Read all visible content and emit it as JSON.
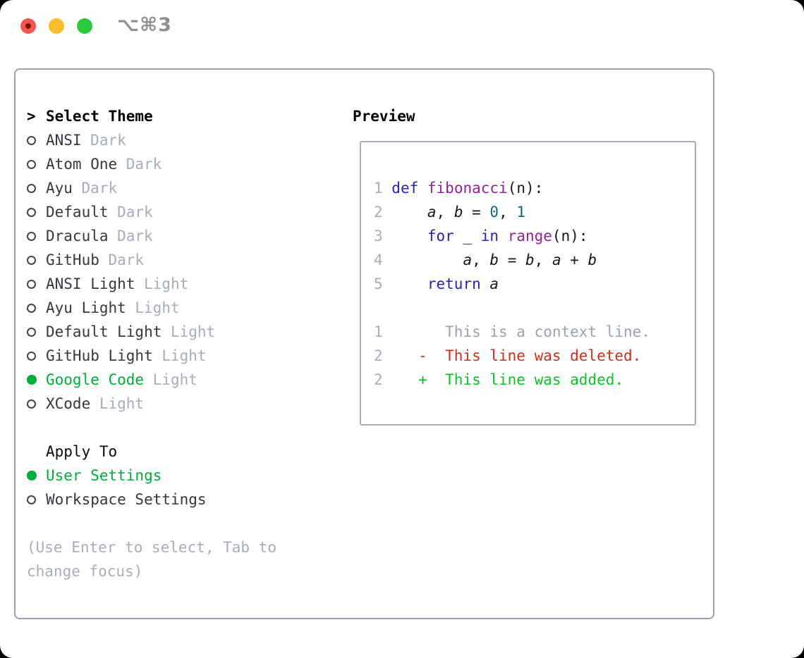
{
  "window": {
    "shortcut": "⌥⌘3"
  },
  "theme_selector": {
    "cursor": ">",
    "title": "Select Theme",
    "items": [
      {
        "name": "ANSI",
        "variant": "Dark",
        "selected": false
      },
      {
        "name": "Atom One",
        "variant": "Dark",
        "selected": false
      },
      {
        "name": "Ayu",
        "variant": "Dark",
        "selected": false
      },
      {
        "name": "Default",
        "variant": "Dark",
        "selected": false
      },
      {
        "name": "Dracula",
        "variant": "Dark",
        "selected": false
      },
      {
        "name": "GitHub",
        "variant": "Dark",
        "selected": false
      },
      {
        "name": "ANSI Light",
        "variant": "Light",
        "selected": false
      },
      {
        "name": "Ayu Light",
        "variant": "Light",
        "selected": false
      },
      {
        "name": "Default Light",
        "variant": "Light",
        "selected": false
      },
      {
        "name": "GitHub Light",
        "variant": "Light",
        "selected": false
      },
      {
        "name": "Google Code",
        "variant": "Light",
        "selected": true
      },
      {
        "name": "XCode",
        "variant": "Light",
        "selected": false
      }
    ]
  },
  "apply_to": {
    "title": "Apply To",
    "options": [
      {
        "label": "User Settings",
        "selected": true
      },
      {
        "label": "Workspace Settings",
        "selected": false
      }
    ]
  },
  "help_text": "(Use Enter to select, Tab to change focus)",
  "preview": {
    "title": "Preview",
    "code_lines": [
      {
        "num": "1",
        "tokens": [
          {
            "t": "kw",
            "s": "def"
          },
          {
            "t": "pl",
            "s": " "
          },
          {
            "t": "fn",
            "s": "fibonacci"
          },
          {
            "t": "pl",
            "s": "(n):"
          }
        ]
      },
      {
        "num": "2",
        "tokens": [
          {
            "t": "pl",
            "s": "    "
          },
          {
            "t": "var",
            "s": "a"
          },
          {
            "t": "pl",
            "s": ", "
          },
          {
            "t": "var",
            "s": "b"
          },
          {
            "t": "pl",
            "s": " = "
          },
          {
            "t": "num",
            "s": "0"
          },
          {
            "t": "pl",
            "s": ", "
          },
          {
            "t": "num",
            "s": "1"
          }
        ]
      },
      {
        "num": "3",
        "tokens": [
          {
            "t": "pl",
            "s": "    "
          },
          {
            "t": "kw",
            "s": "for"
          },
          {
            "t": "pl",
            "s": " _ "
          },
          {
            "t": "kw",
            "s": "in"
          },
          {
            "t": "pl",
            "s": " "
          },
          {
            "t": "fn",
            "s": "range"
          },
          {
            "t": "pl",
            "s": "(n):"
          }
        ]
      },
      {
        "num": "4",
        "tokens": [
          {
            "t": "pl",
            "s": "        "
          },
          {
            "t": "var",
            "s": "a"
          },
          {
            "t": "pl",
            "s": ", "
          },
          {
            "t": "var",
            "s": "b"
          },
          {
            "t": "pl",
            "s": " = "
          },
          {
            "t": "var",
            "s": "b"
          },
          {
            "t": "pl",
            "s": ", "
          },
          {
            "t": "var",
            "s": "a"
          },
          {
            "t": "pl",
            "s": " + "
          },
          {
            "t": "var",
            "s": "b"
          }
        ]
      },
      {
        "num": "5",
        "tokens": [
          {
            "t": "pl",
            "s": "    "
          },
          {
            "t": "kw",
            "s": "return"
          },
          {
            "t": "pl",
            "s": " "
          },
          {
            "t": "var",
            "s": "a"
          }
        ]
      }
    ],
    "diff_lines": [
      {
        "num": "1",
        "type": "context",
        "text": "      This is a context line."
      },
      {
        "num": "2",
        "type": "deleted",
        "text": "   -  This line was deleted."
      },
      {
        "num": "2",
        "type": "added",
        "text": "   +  This line was added."
      }
    ]
  },
  "colors": {
    "selection_green": "#00ad3c",
    "muted_gray": "#a6aeba",
    "text_dark": "#34393f",
    "diff_deleted_red": "#cc2f1c",
    "diff_added_green": "#0cc226",
    "code_keyword_blue": "#2424b8",
    "code_function_purple": "#93209e",
    "code_literal_teal": "#0a6a6a",
    "panel_border": "#99a1ac"
  }
}
